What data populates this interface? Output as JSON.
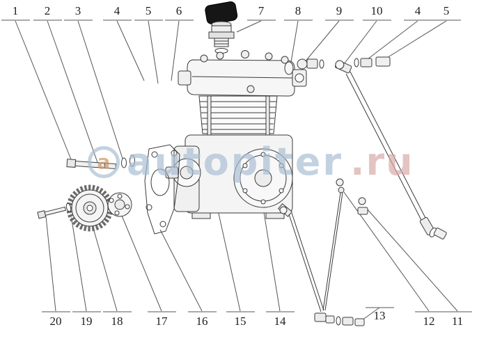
{
  "watermark": {
    "logo_letter": "a",
    "text_main": "autopiter",
    "text_suffix": ".ru",
    "color_main": "#a8bdd3",
    "color_suffix": "#d8a8a8"
  },
  "callouts_top": [
    {
      "label": "1"
    },
    {
      "label": "2"
    },
    {
      "label": "3"
    },
    {
      "label": "4"
    },
    {
      "label": "5"
    },
    {
      "label": "6"
    },
    {
      "label": "7"
    },
    {
      "label": "8"
    },
    {
      "label": "9"
    },
    {
      "label": "10"
    },
    {
      "label": "4"
    },
    {
      "label": "5"
    }
  ],
  "callouts_bottom": [
    {
      "label": "20"
    },
    {
      "label": "19"
    },
    {
      "label": "18"
    },
    {
      "label": "17"
    },
    {
      "label": "16"
    },
    {
      "label": "15"
    },
    {
      "label": "14"
    },
    {
      "label": "13"
    },
    {
      "label": "12"
    },
    {
      "label": "11"
    }
  ],
  "diagram_line_color": "#3a3a3a"
}
